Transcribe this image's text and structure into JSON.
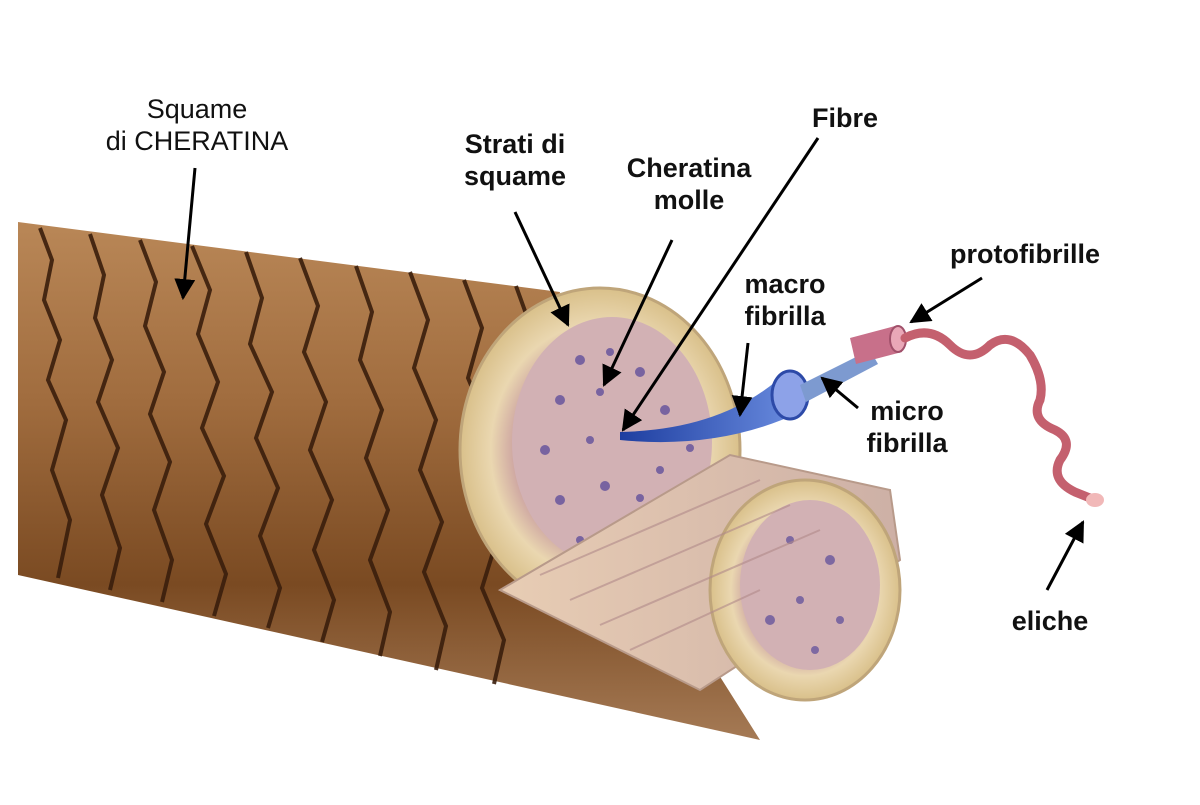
{
  "labels": {
    "squame_line1": "Squame",
    "squame_line2": "di CHERATINA",
    "strati_line1": "Strati di",
    "strati_line2": "squame",
    "fibre": "Fibre",
    "cheratina_line1": "Cheratina",
    "cheratina_line2": "molle",
    "protofibrille": "protofibrille",
    "macro_line1": "macro",
    "macro_line2": "fibrilla",
    "micro_line1": "micro",
    "micro_line2": "fibrilla",
    "eliche": "eliche"
  },
  "colors": {
    "hair_shaft": "#8a5a2e",
    "hair_highlight": "#c69463",
    "scale_edge": "#3a1e0c",
    "cuticle_layers": "#e6d2a6",
    "cortex_fill": "#d6b3a8",
    "cortex_dots": "#5a4a9a",
    "macrofibril": "#2d4aa8",
    "protofibril": "#c8708a",
    "helix": "#c4606e",
    "arrow": "#000000"
  }
}
